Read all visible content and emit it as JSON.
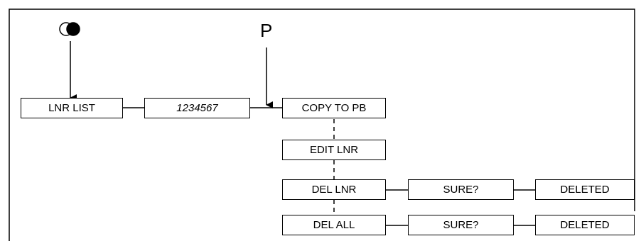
{
  "diagram": {
    "symbol_icon": "half-filled-circle-key-icon",
    "p_label": "P",
    "boxes": {
      "lnr_list": "LNR LIST",
      "number": "1234567",
      "copy_to_pb": "COPY TO PB",
      "edit_lnr": "EDIT LNR",
      "del_lnr": "DEL LNR",
      "sure_1": "SURE?",
      "deleted_1": "DELETED",
      "del_all": "DEL ALL",
      "sure_2": "SURE?",
      "deleted_2": "DELETED"
    }
  }
}
